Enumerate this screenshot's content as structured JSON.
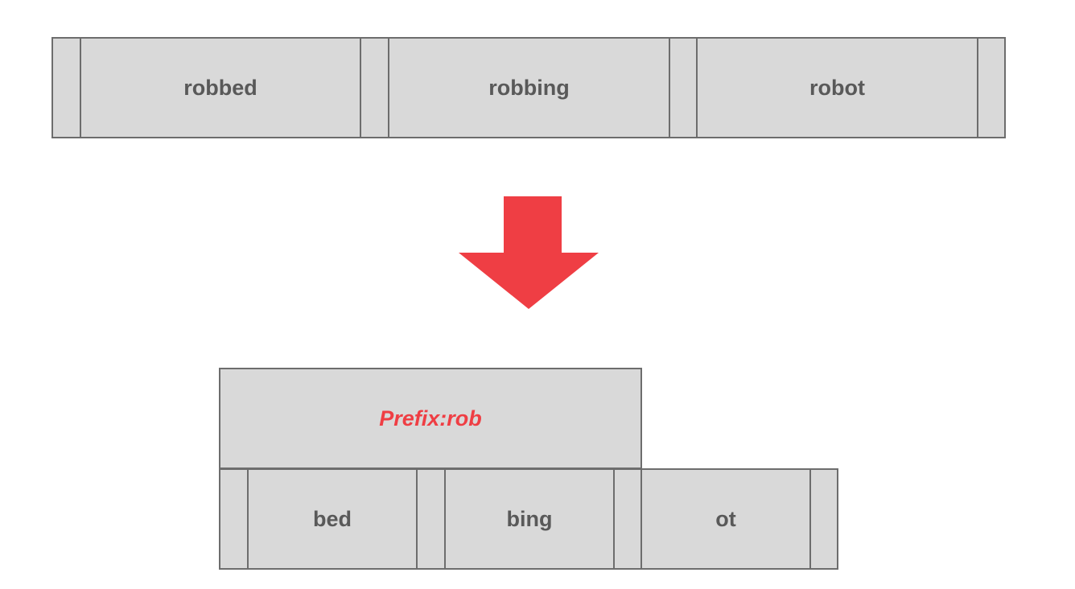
{
  "top_row": {
    "keys": [
      "robbed",
      "robbing",
      "robot"
    ]
  },
  "arrow": {
    "color": "#ef3e44",
    "icon": "down-arrow-icon"
  },
  "prefix_block": {
    "label": "Prefix:rob",
    "color": "#ef3e44"
  },
  "bottom_row": {
    "suffixes": [
      "bed",
      "bing",
      "ot"
    ]
  },
  "colors": {
    "cell_fill": "#d9d9d9",
    "cell_border": "#6d6d6d",
    "text": "#595959"
  }
}
